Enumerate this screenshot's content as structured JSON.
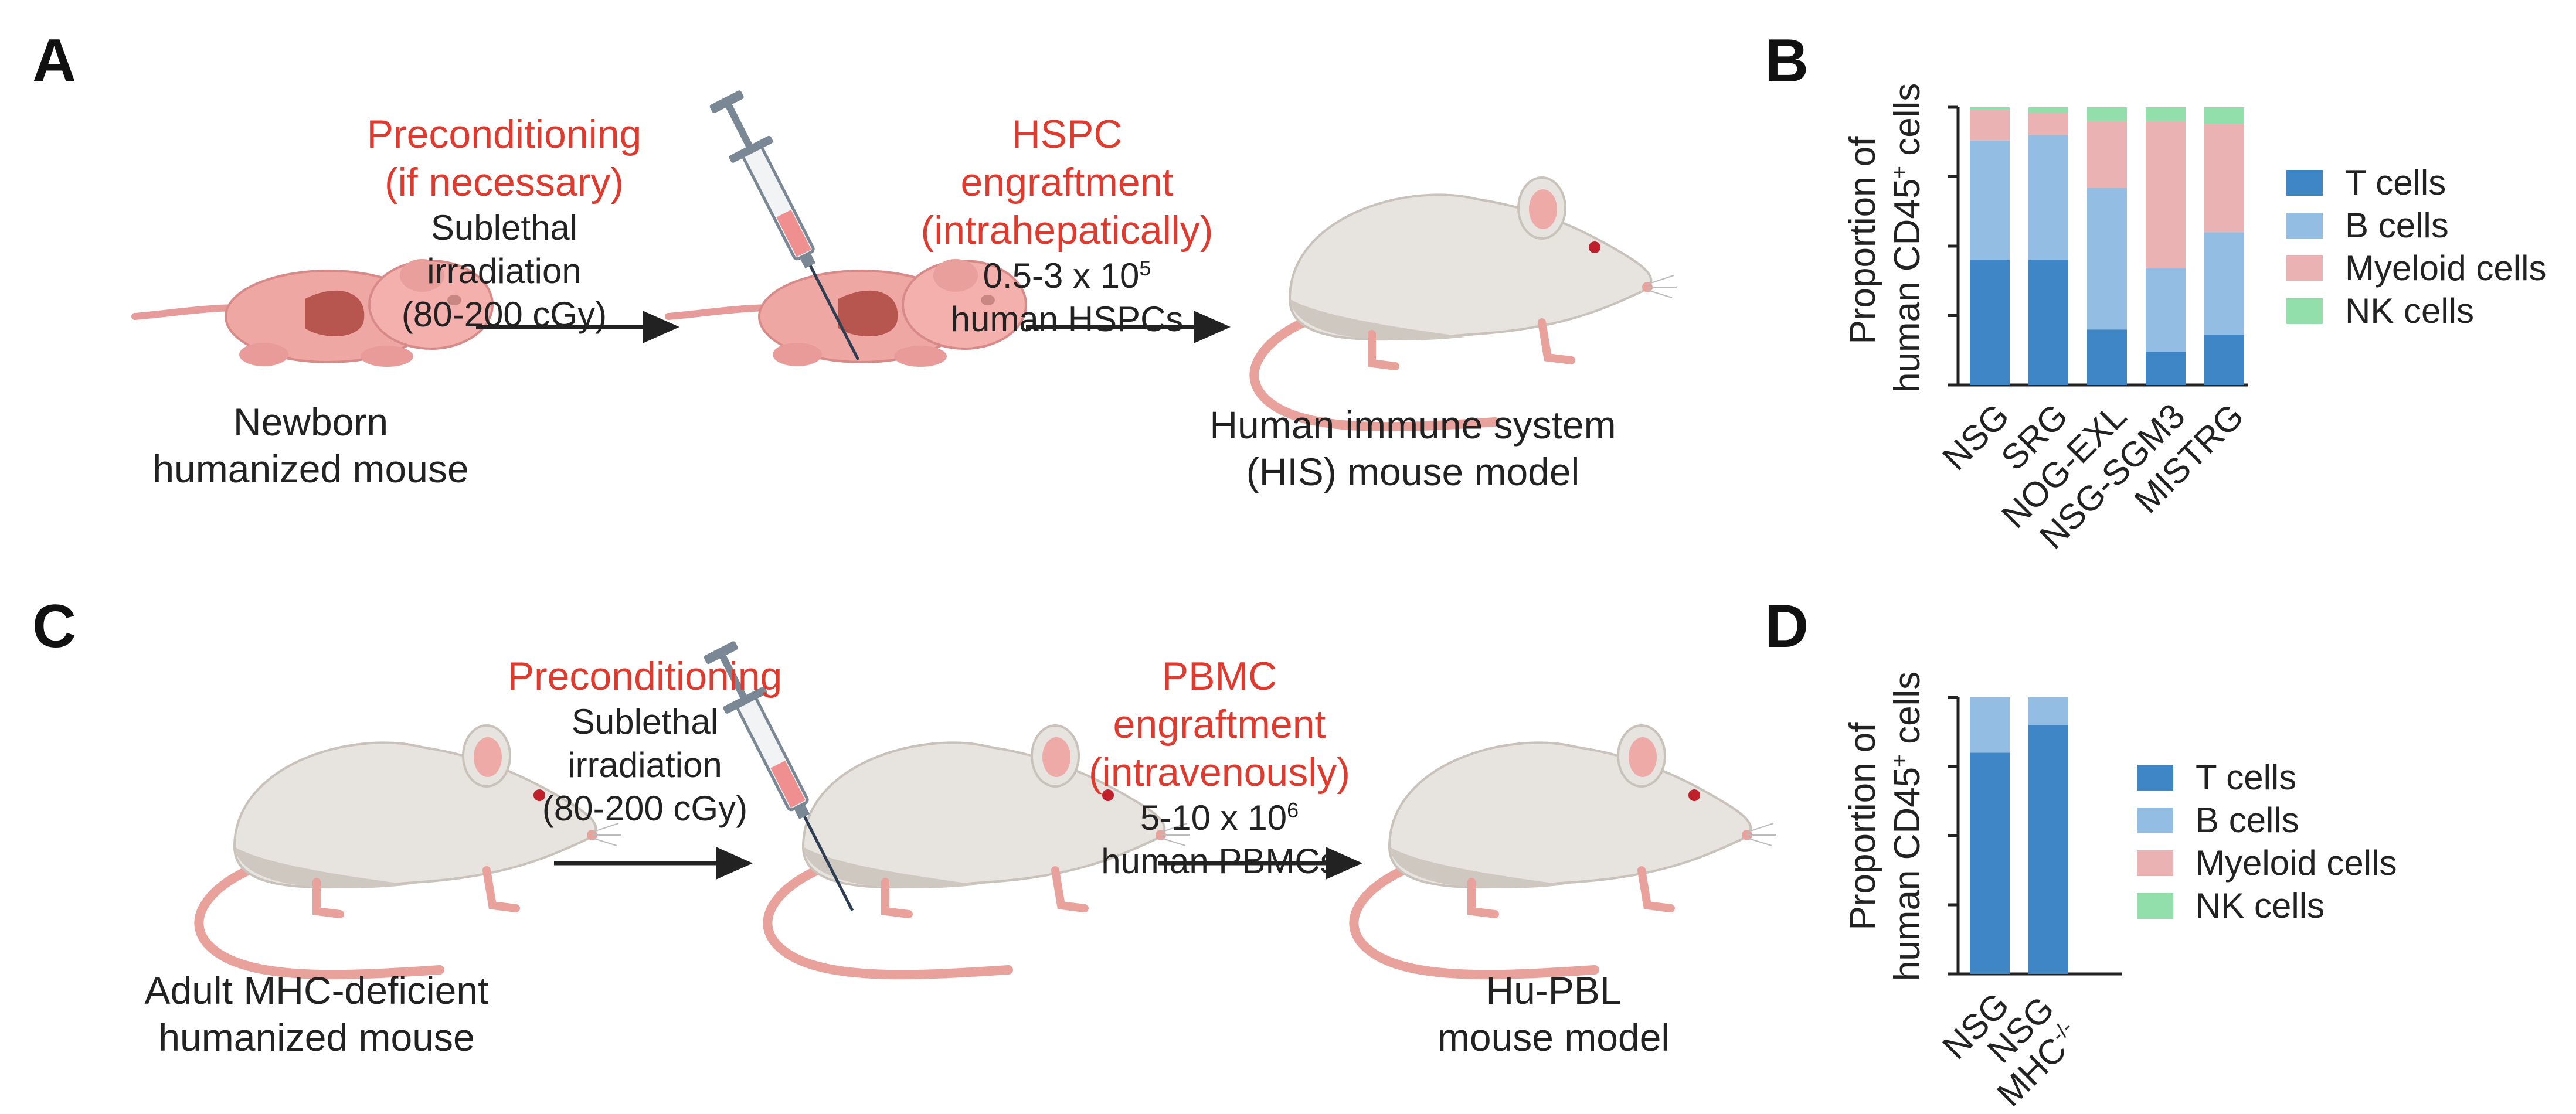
{
  "panels": {
    "A": {
      "letter": "A",
      "step1": {
        "red1": "Preconditioning",
        "red2": "(if necessary)",
        "line1": "Sublethal irradiation",
        "line2": "(80-200 cGy)"
      },
      "step2": {
        "red1": "HSPC engraftment",
        "red2": "(intrahepatically)",
        "line1_base": "0.5-3 x 10",
        "line1_sup": "5",
        "line2": "human HSPCs"
      },
      "start_label": {
        "line1": "Newborn",
        "line2": "humanized mouse"
      },
      "end_label": {
        "line1": "Human immune system",
        "line2": "(HIS) mouse model"
      }
    },
    "C": {
      "letter": "C",
      "step1": {
        "red1": "Preconditioning",
        "line1": "Sublethal",
        "line2": "irradiation",
        "line3": "(80-200 cGy)"
      },
      "step2": {
        "red1": "PBMC engraftment",
        "red2": "(intravenously)",
        "line1_base": "5-10 x 10",
        "line1_sup": "6",
        "line2": "human PBMCs"
      },
      "start_label": {
        "line1": "Adult MHC-deficient",
        "line2": "humanized mouse"
      },
      "end_label": {
        "line1": "Hu-PBL",
        "line2": "mouse model"
      }
    },
    "B": {
      "letter": "B"
    },
    "D": {
      "letter": "D"
    }
  },
  "colors": {
    "t_cells": "#3f86c6",
    "b_cells": "#93bde2",
    "myeloid": "#eab2b2",
    "nk_cells": "#93dfac",
    "red_text": "#e03a2f",
    "mouse_pink": "#efa3a3",
    "mouse_white": "#e6e2de"
  },
  "icons": [
    "newborn-mouse-icon",
    "syringe-icon",
    "adult-mouse-icon",
    "arrow-right-icon"
  ],
  "chart_data": [
    {
      "type": "bar",
      "stacked": true,
      "ylabel_line1": "Proportion of",
      "ylabel_line2_base": "human CD45",
      "ylabel_line2_sup": "+",
      "ylabel_line2_end": " cells",
      "ylim": [
        0,
        1
      ],
      "categories": [
        "NSG",
        "SRG",
        "NOG-EXL",
        "NSG-SGM3",
        "MISTRG"
      ],
      "series": [
        {
          "name": "T cells",
          "values": [
            0.45,
            0.45,
            0.2,
            0.12,
            0.18
          ]
        },
        {
          "name": "B cells",
          "values": [
            0.43,
            0.45,
            0.51,
            0.3,
            0.37
          ]
        },
        {
          "name": "Myeloid cells",
          "values": [
            0.11,
            0.08,
            0.24,
            0.53,
            0.39
          ]
        },
        {
          "name": "NK cells",
          "values": [
            0.01,
            0.02,
            0.05,
            0.05,
            0.06
          ]
        }
      ],
      "legend_position": "right"
    },
    {
      "type": "bar",
      "stacked": true,
      "ylabel_line1": "Proportion of",
      "ylabel_line2_base": "human CD45",
      "ylabel_line2_sup": "+",
      "ylabel_line2_end": " cells",
      "ylim": [
        0,
        1
      ],
      "categories": [
        "NSG",
        "NSG MHC-/-"
      ],
      "category_labels": [
        {
          "base": "NSG",
          "line2": "",
          "sup": ""
        },
        {
          "base": "NSG",
          "line2": "MHC",
          "sup": "-/-"
        }
      ],
      "series": [
        {
          "name": "T cells",
          "values": [
            0.8,
            0.9
          ]
        },
        {
          "name": "B cells",
          "values": [
            0.2,
            0.1
          ]
        },
        {
          "name": "Myeloid cells",
          "values": [
            0,
            0
          ]
        },
        {
          "name": "NK cells",
          "values": [
            0,
            0
          ]
        }
      ],
      "legend_position": "right"
    }
  ]
}
